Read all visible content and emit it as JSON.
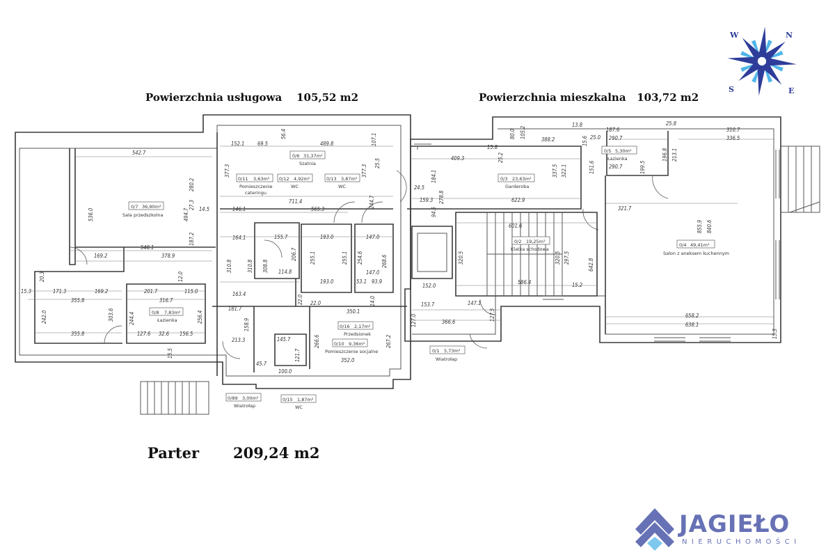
{
  "headers": {
    "service_area": "Powierzchnia usługowa    105,52 m2",
    "living_area": "Powierzchnia mieszkalna   103,72 m2",
    "floor_label": "Parter",
    "floor_total": "209,24 m2"
  },
  "compass": {
    "n": "N",
    "e": "E",
    "s": "S",
    "w": "W",
    "colors": {
      "dark": "#2e3d99",
      "light": "#4fb6e8"
    }
  },
  "logo": {
    "name": "JAGIEŁO",
    "subtitle": "NIERUCHOMOŚCI",
    "colors": {
      "main": "#6771b5",
      "light": "#7ec8ee"
    }
  },
  "rooms": [
    {
      "id": "0/7",
      "area": "36,90m²",
      "name": "Sala przedszkolna"
    },
    {
      "id": "0/8",
      "area": "7,83m²",
      "name": "Łazienka"
    },
    {
      "id": "0/6",
      "area": "31,37m²",
      "name": "Szatnia"
    },
    {
      "id": "0/11",
      "area": "3,63m²",
      "name": "Pomieszczenie",
      "name2": "cateringu"
    },
    {
      "id": "0/12",
      "area": "4,92m²",
      "name": "WC"
    },
    {
      "id": "0/13",
      "area": "3,87m²",
      "name": "WC"
    },
    {
      "id": "0/16",
      "area": "2,17m²",
      "name": "Przedsionek"
    },
    {
      "id": "0/10",
      "area": "9,36m²",
      "name": "Pomieszczenie socjalne"
    },
    {
      "id": "0/89",
      "area": "3,00m²",
      "name": "Wiatrołap"
    },
    {
      "id": "0/15",
      "area": "1,87m²",
      "name": "WC"
    },
    {
      "id": "0/3",
      "area": "23,63m²",
      "name": "Garderoba"
    },
    {
      "id": "0/5",
      "area": "5,30m²",
      "name": "Łazienka"
    },
    {
      "id": "0/2",
      "area": "19,25m²",
      "name": "Klatka schodowa"
    },
    {
      "id": "0/4",
      "area": "49,41m²",
      "name": "Salon z aneksem kuchennym"
    },
    {
      "id": "0/1",
      "area": "5,73m²",
      "name": "Wiatrołap"
    }
  ],
  "dims": [
    "542.7",
    "536.0",
    "494.7",
    "280.2",
    "27.3",
    "187.2",
    "14.5",
    "548.1",
    "169.2",
    "378.9",
    "20.3",
    "15.3",
    "171.3",
    "169.2",
    "355.8",
    "303.6",
    "201.7",
    "115.0",
    "316.7",
    "242.0",
    "244.4",
    "256.4",
    "355.8",
    "127.6",
    "32.6",
    "156.5",
    "15.5",
    "12.0",
    "152.1",
    "69.5",
    "56.4",
    "489.8",
    "107.1",
    "377.3",
    "377.3",
    "25.5",
    "244.7",
    "711.4",
    "146.1",
    "565.3",
    "164.1",
    "155.7",
    "193.0",
    "147.0",
    "310.8",
    "310.8",
    "308.8",
    "206.7",
    "255.1",
    "255.1",
    "254.6",
    "268.6",
    "114.8",
    "147.0",
    "193.0",
    "53.1",
    "93.9",
    "163.4",
    "181.7",
    "22.0",
    "22.0",
    "350.1",
    "266.6",
    "267.2",
    "213.3",
    "145.7",
    "121.7",
    "100.0",
    "45.7",
    "352.0",
    "14.0",
    "158.9",
    "15.8",
    "80.0",
    "105.2",
    "388.2",
    "409.3",
    "25.2",
    "184.1",
    "278.8",
    "24.5",
    "159.3",
    "94.5",
    "622.9",
    "13.8",
    "15.6",
    "25.0",
    "187.6",
    "290.7",
    "151.6",
    "290.7",
    "199.5",
    "25.8",
    "310.7",
    "336.5",
    "196.8",
    "213.1",
    "337.5",
    "322.1",
    "321.7",
    "601.6",
    "320.5",
    "320.5",
    "297.5",
    "586.4",
    "642.8",
    "855.9",
    "840.6",
    "15.2",
    "152.0",
    "153.7",
    "147.1",
    "127.0",
    "366.6",
    "127.5",
    "658.2",
    "638.1",
    "15.3"
  ]
}
